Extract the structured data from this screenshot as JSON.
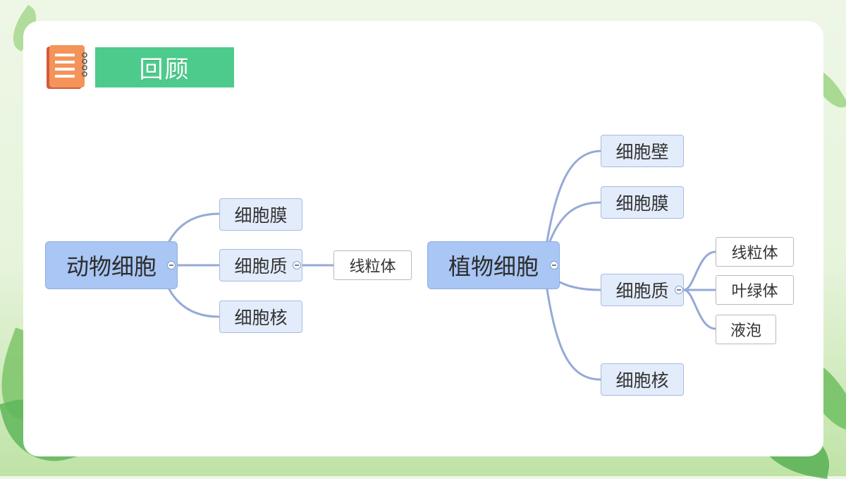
{
  "header": {
    "title": "回顾",
    "icon": "notebook-icon"
  },
  "colors": {
    "title_bg": "#4ccb8c",
    "root_bg": "#a9c6f4",
    "topic_bg": "#e3ecfb",
    "line": "#95aad6"
  },
  "mindmap": {
    "animal": {
      "root": "动物细胞",
      "children": [
        "细胞膜",
        "细胞质",
        "细胞核"
      ],
      "cytoplasm_children": [
        "线粒体"
      ]
    },
    "plant": {
      "root": "植物细胞",
      "children": [
        "细胞壁",
        "细胞膜",
        "细胞质",
        "细胞核"
      ],
      "cytoplasm_children": [
        "线粒体",
        "叶绿体",
        "液泡"
      ]
    }
  }
}
